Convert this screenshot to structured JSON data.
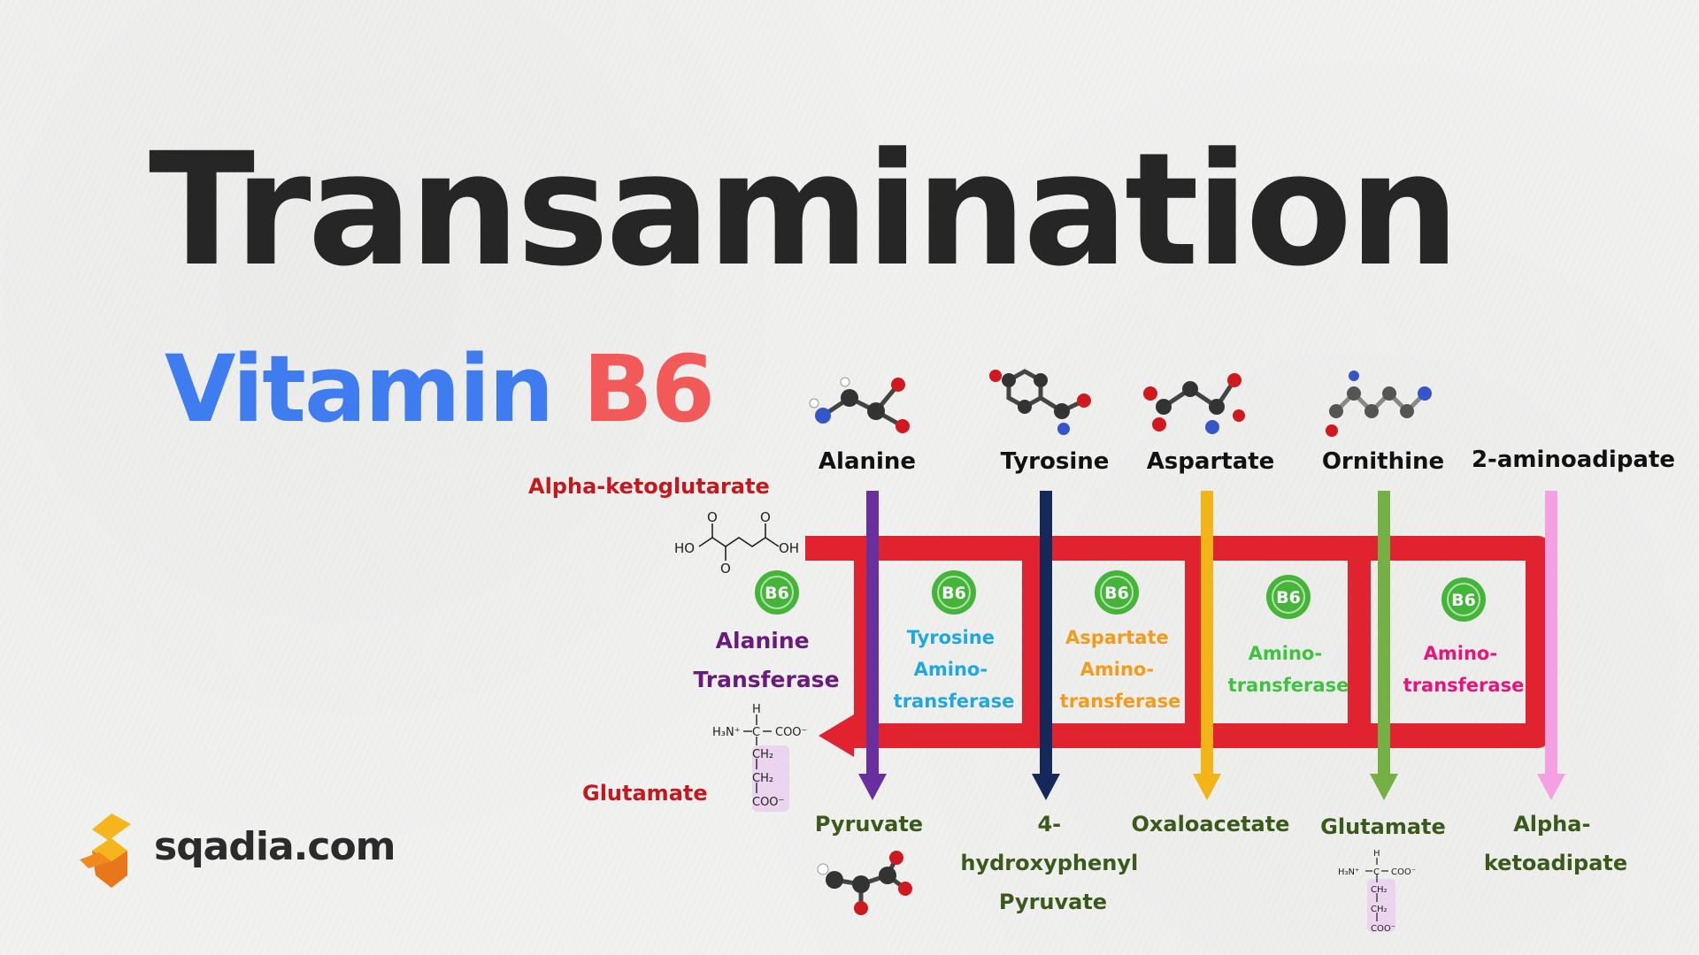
{
  "title": "Transamination",
  "subtitle": {
    "word": "Vitamin",
    "vitamin": "B6"
  },
  "acceptor": {
    "name": "Alpha-ketoglutarate",
    "structure_labels": {
      "ho": "HO",
      "oh": "OH",
      "o1": "O",
      "o2": "O",
      "o3": "O"
    }
  },
  "product": {
    "name": "Glutamate"
  },
  "glutamate_structure": {
    "h": "H",
    "h3n": "H₃N⁺",
    "c": "C",
    "coo": "COO⁻",
    "ch2a": "CH₂",
    "ch2b": "CH₂",
    "coo_bottom": "COO⁻"
  },
  "b6_badge": "B6",
  "columns": [
    {
      "amino_acid": "Alanine",
      "enzyme": [
        "Alanine",
        "Transferase"
      ],
      "product": [
        "Pyruvate"
      ],
      "arrow_color": "#6a2f9e",
      "enzyme_color": "#6a1a7a"
    },
    {
      "amino_acid": "Tyrosine",
      "enzyme": [
        "Tyrosine",
        "Amino-",
        "transferase"
      ],
      "product": [
        "4-",
        "hydroxyphenyl",
        "Pyruvate"
      ],
      "arrow_color": "#14285a",
      "enzyme_color": "#1fa8e0"
    },
    {
      "amino_acid": "Aspartate",
      "enzyme": [
        "Aspartate",
        "Amino-",
        "transferase"
      ],
      "product": [
        "Oxaloacetate"
      ],
      "arrow_color": "#f2b416",
      "enzyme_color": "#f29b1c"
    },
    {
      "amino_acid": "Ornithine",
      "enzyme": [
        "Amino-",
        "transferase"
      ],
      "product": [
        "Glutamate"
      ],
      "arrow_color": "#74b043",
      "enzyme_color": "#3fc23f"
    },
    {
      "amino_acid": "2-aminoadipate",
      "enzyme": [
        "Amino-",
        "transferase"
      ],
      "product": [
        "Alpha-",
        "ketoadipate"
      ],
      "arrow_color": "#f6a0e4",
      "enzyme_color": "#e8147a"
    }
  ],
  "colors": {
    "loop": "#e0232e",
    "acceptor_text": "#c4181e",
    "product_text": "#3a5a1c",
    "badge": "#45b53a",
    "label_text": "#111111",
    "highlight": "#ead4ee"
  },
  "logo": {
    "text": "sqadia.com"
  }
}
